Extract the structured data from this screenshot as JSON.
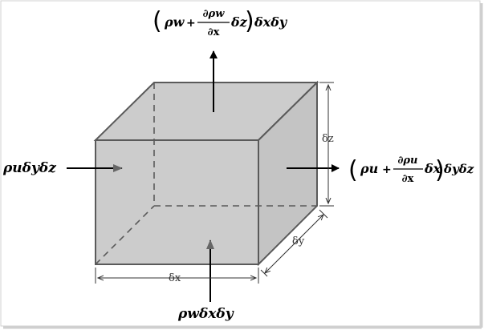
{
  "diagram": {
    "labels": {
      "left_flux": "ρuδyδz",
      "bottom_flux": "ρwδxδy",
      "top_flux": {
        "base": "ρw",
        "plus": "+",
        "frac_num": "∂ρw",
        "frac_den": "∂x",
        "delta": "δz",
        "tail": "δxδy"
      },
      "right_flux": {
        "base": "ρu",
        "plus": "+",
        "frac_num": "∂ρu",
        "frac_den": "∂x",
        "delta": "δx",
        "tail": "δyδz"
      },
      "parens": {
        "open": "(",
        "close": ")"
      }
    },
    "dimensions": {
      "dx": "δx",
      "dy": "δy",
      "dz": "δz"
    },
    "colors": {
      "cube_fill": "#cccccc",
      "cube_edge": "#5a5a5a",
      "arrow": "#000000",
      "inner_arrow": "#666666",
      "window_shadow": "#cfcfcf"
    }
  }
}
